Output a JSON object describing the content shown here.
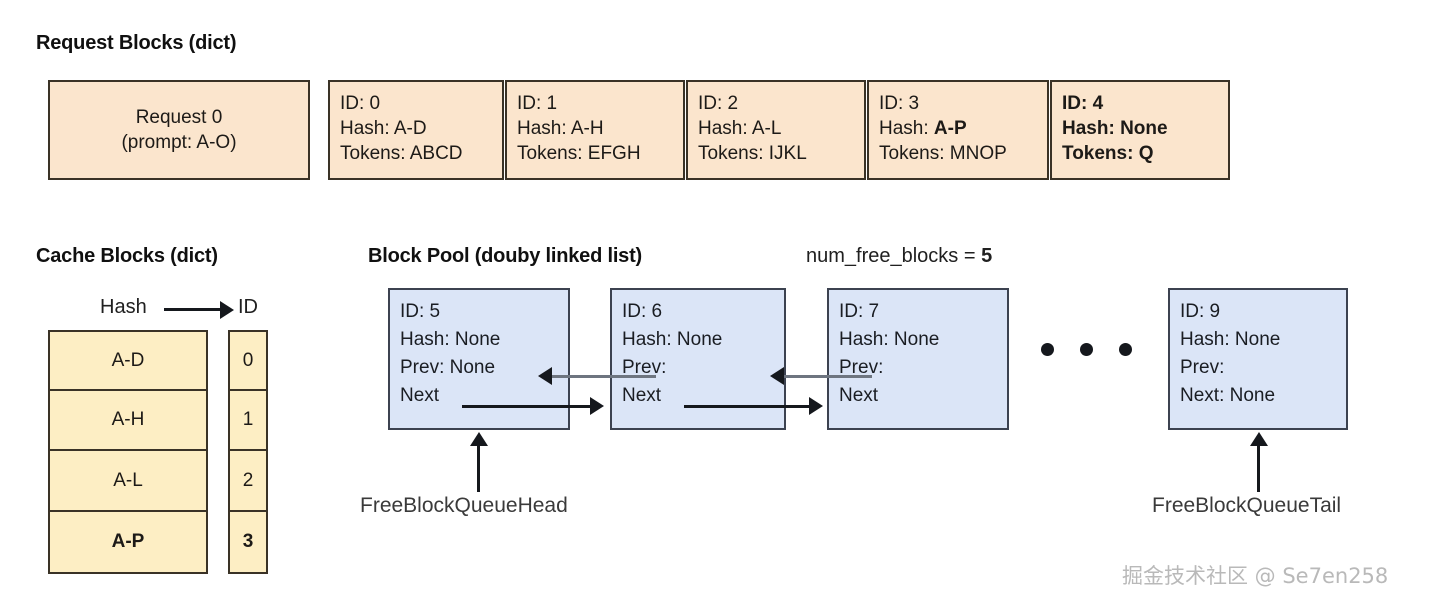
{
  "sections": {
    "request_blocks_title": "Request Blocks (dict)",
    "cache_blocks_title": "Cache Blocks (dict)",
    "block_pool_title": "Block Pool (douby linked list)",
    "num_free_blocks_label": "num_free_blocks = ",
    "num_free_blocks_value": "5"
  },
  "request": {
    "name": "Request 0",
    "prompt": "(prompt: A-O)"
  },
  "request_blocks": [
    {
      "id_label": "ID: 0",
      "hash_label": "Hash: ",
      "hash_value": "A-D",
      "tokens_label": "Tokens: ",
      "tokens_value": "ABCD",
      "bold_all": false,
      "bold_hash_value": false,
      "bold_tokens_value": false
    },
    {
      "id_label": "ID: 1",
      "hash_label": "Hash: ",
      "hash_value": "A-H",
      "tokens_label": "Tokens: ",
      "tokens_value": "EFGH",
      "bold_all": false,
      "bold_hash_value": false,
      "bold_tokens_value": false
    },
    {
      "id_label": "ID: 2",
      "hash_label": "Hash: ",
      "hash_value": "A-L",
      "tokens_label": "Tokens: ",
      "tokens_value": "IJKL",
      "bold_all": false,
      "bold_hash_value": false,
      "bold_tokens_value": false
    },
    {
      "id_label": "ID: 3",
      "hash_label": "Hash: ",
      "hash_value": "A-P",
      "tokens_label": "Tokens: ",
      "tokens_value": "MNOP",
      "bold_all": false,
      "bold_hash_value": true,
      "bold_tokens_value": false
    },
    {
      "id_label": "ID: 4",
      "hash_label": "Hash: ",
      "hash_value": "None",
      "tokens_label": "Tokens: ",
      "tokens_value": "Q",
      "bold_all": true,
      "bold_hash_value": true,
      "bold_tokens_value": true
    }
  ],
  "cache_table": {
    "hash_header": "Hash",
    "id_header": "ID",
    "rows": [
      {
        "hash": "A-D",
        "id": "0",
        "bold": false
      },
      {
        "hash": "A-H",
        "id": "1",
        "bold": false
      },
      {
        "hash": "A-L",
        "id": "2",
        "bold": false
      },
      {
        "hash": "A-P",
        "id": "3",
        "bold": true
      }
    ]
  },
  "pool_blocks": [
    {
      "id": "ID: 5",
      "hash": "Hash: None",
      "prev": "Prev: None",
      "next": "Next"
    },
    {
      "id": "ID: 6",
      "hash": "Hash: None",
      "prev": "Prev:",
      "next": "Next"
    },
    {
      "id": "ID: 7",
      "hash": "Hash: None",
      "prev": "Prev:",
      "next": "Next"
    },
    {
      "id": "ID: 9",
      "hash": "Hash: None",
      "prev": "Prev:",
      "next": "Next: None"
    }
  ],
  "pointers": {
    "head": "FreeBlockQueueHead",
    "tail": "FreeBlockQueueTail"
  },
  "watermark": "掘金技术社区 @ Se7en258",
  "colors": {
    "request_fill": "#fbe5cd",
    "request_border": "#3a3226",
    "cache_fill": "#fdeec4",
    "pool_fill": "#dbe5f7",
    "pool_border": "#3c4250",
    "next_arrow": "#15181d",
    "prev_arrow": "#6e7580"
  }
}
